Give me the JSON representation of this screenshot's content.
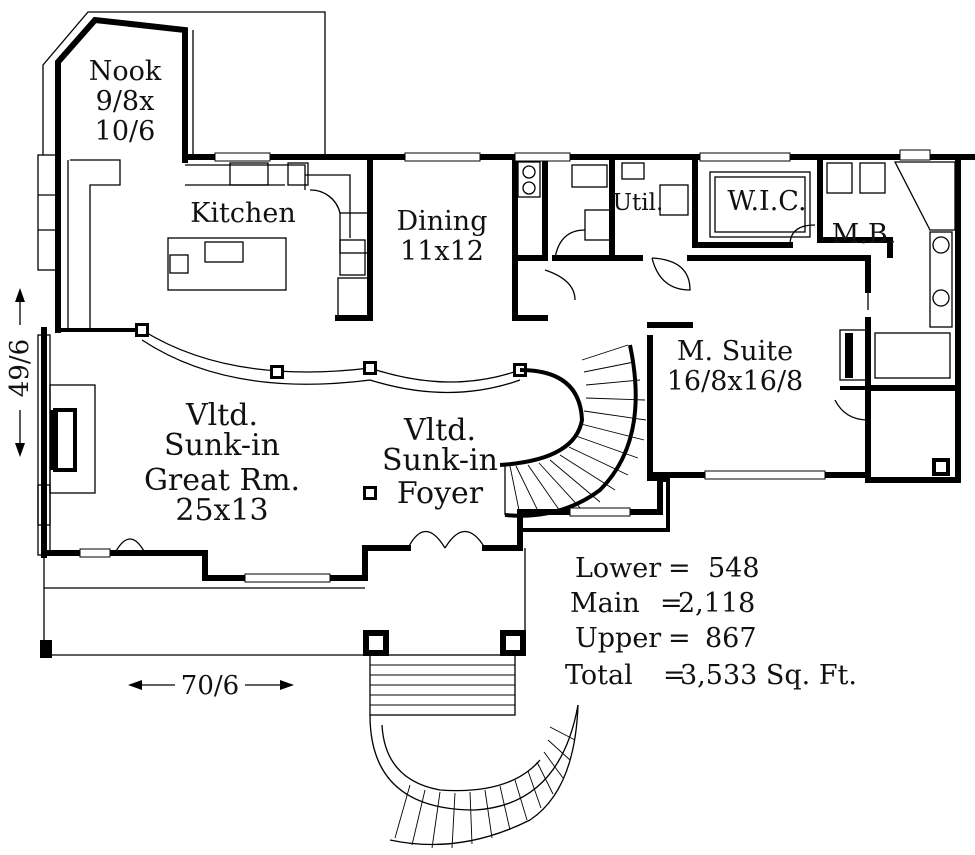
{
  "rooms": {
    "nook": {
      "name": "Nook",
      "size_line1": "9/8x",
      "size_line2": "10/6"
    },
    "kitchen": {
      "name": "Kitchen"
    },
    "dining": {
      "name": "Dining",
      "size": "11x12"
    },
    "util": {
      "name": "Util."
    },
    "wic": {
      "name": "W.I.C."
    },
    "mb": {
      "name": "M.B."
    },
    "master_suite": {
      "name": "M. Suite",
      "size": "16/8x16/8"
    },
    "great_room": {
      "line1": "Vltd.",
      "line2": "Sunk-in",
      "line3": "Great Rm.",
      "size": "25x13"
    },
    "foyer": {
      "line1": "Vltd.",
      "line2": "Sunk-in",
      "line3": "Foyer"
    }
  },
  "dimensions": {
    "width": "70/6",
    "depth": "49/6"
  },
  "area_summary": [
    {
      "label": "Lower",
      "sep": "=",
      "value": "548"
    },
    {
      "label": "Main",
      "sep": "=",
      "value": "2,118"
    },
    {
      "label": "Upper",
      "sep": "=",
      "value": "867"
    },
    {
      "label": "Total",
      "sep": "=",
      "value": "3,533 Sq. Ft."
    }
  ]
}
